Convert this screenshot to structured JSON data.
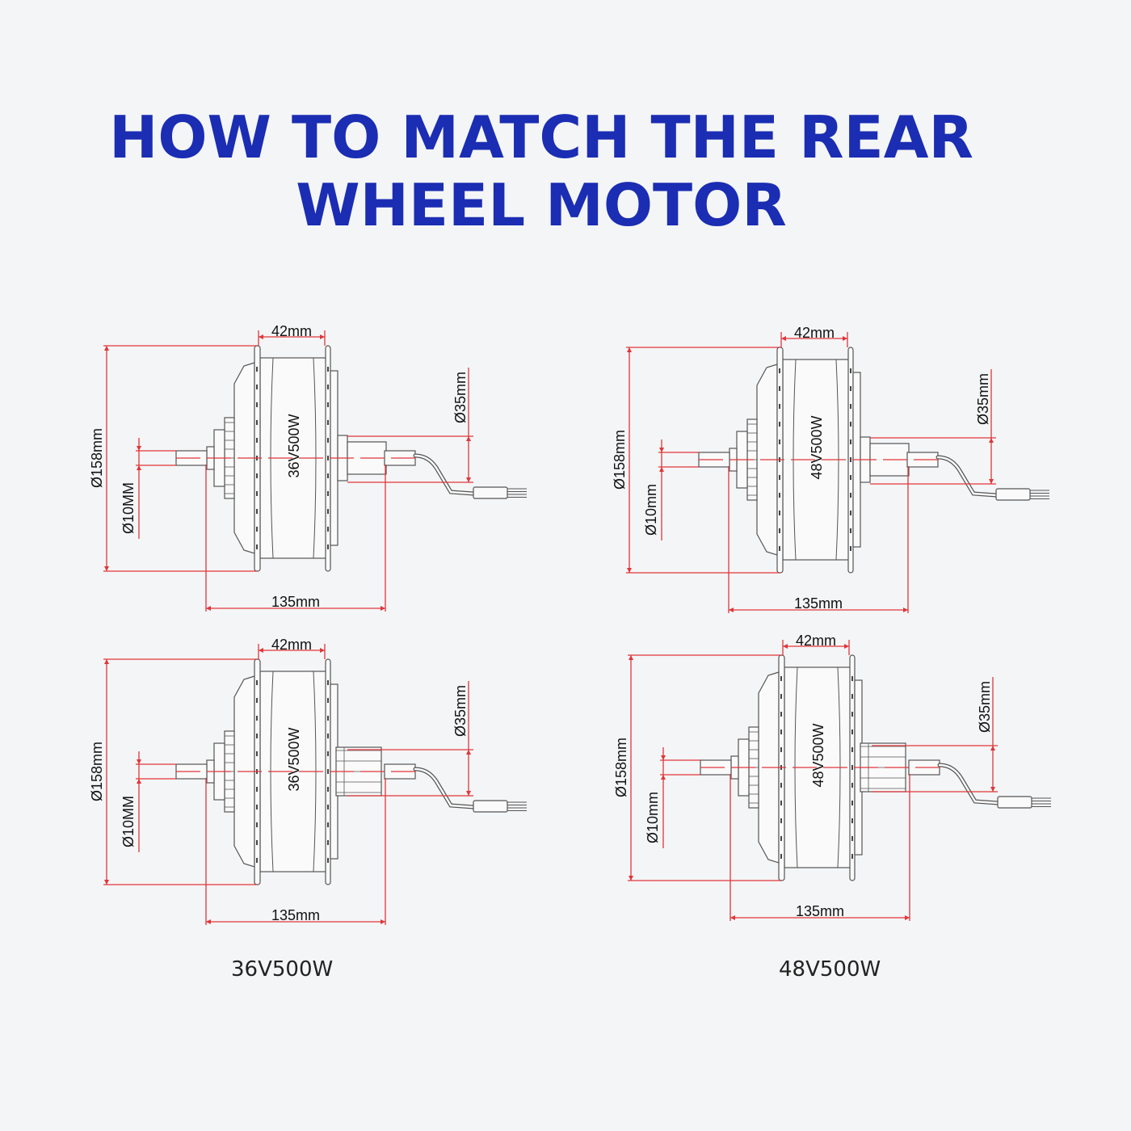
{
  "title": {
    "line1": "HOW TO MATCH THE REAR",
    "line2": "WHEEL MOTOR"
  },
  "colors": {
    "title": "#1a2db3",
    "dimension": "#e0363a",
    "outline": "#555555"
  },
  "captions": {
    "left": "36V500W",
    "right": "48V500W"
  },
  "motors": [
    {
      "id": "top-left",
      "model": "36V500W",
      "freewheel": "screw-on",
      "dims": {
        "width": "42mm",
        "diameter": "Ø158mm",
        "axle": "Ø10MM",
        "hub": "Ø35mm",
        "length": "135mm"
      }
    },
    {
      "id": "top-right",
      "model": "48V500W",
      "freewheel": "screw-on",
      "dims": {
        "width": "42mm",
        "diameter": "Ø158mm",
        "axle": "Ø10mm",
        "hub": "Ø35mm",
        "length": "135mm"
      }
    },
    {
      "id": "bottom-left",
      "model": "36V500W",
      "freewheel": "cassette",
      "dims": {
        "width": "42mm",
        "diameter": "Ø158mm",
        "axle": "Ø10MM",
        "hub": "Ø35mm",
        "length": "135mm"
      }
    },
    {
      "id": "bottom-right",
      "model": "48V500W",
      "freewheel": "cassette",
      "dims": {
        "width": "42mm",
        "diameter": "Ø158mm",
        "axle": "Ø10mm",
        "hub": "Ø35mm",
        "length": "135mm"
      }
    }
  ]
}
